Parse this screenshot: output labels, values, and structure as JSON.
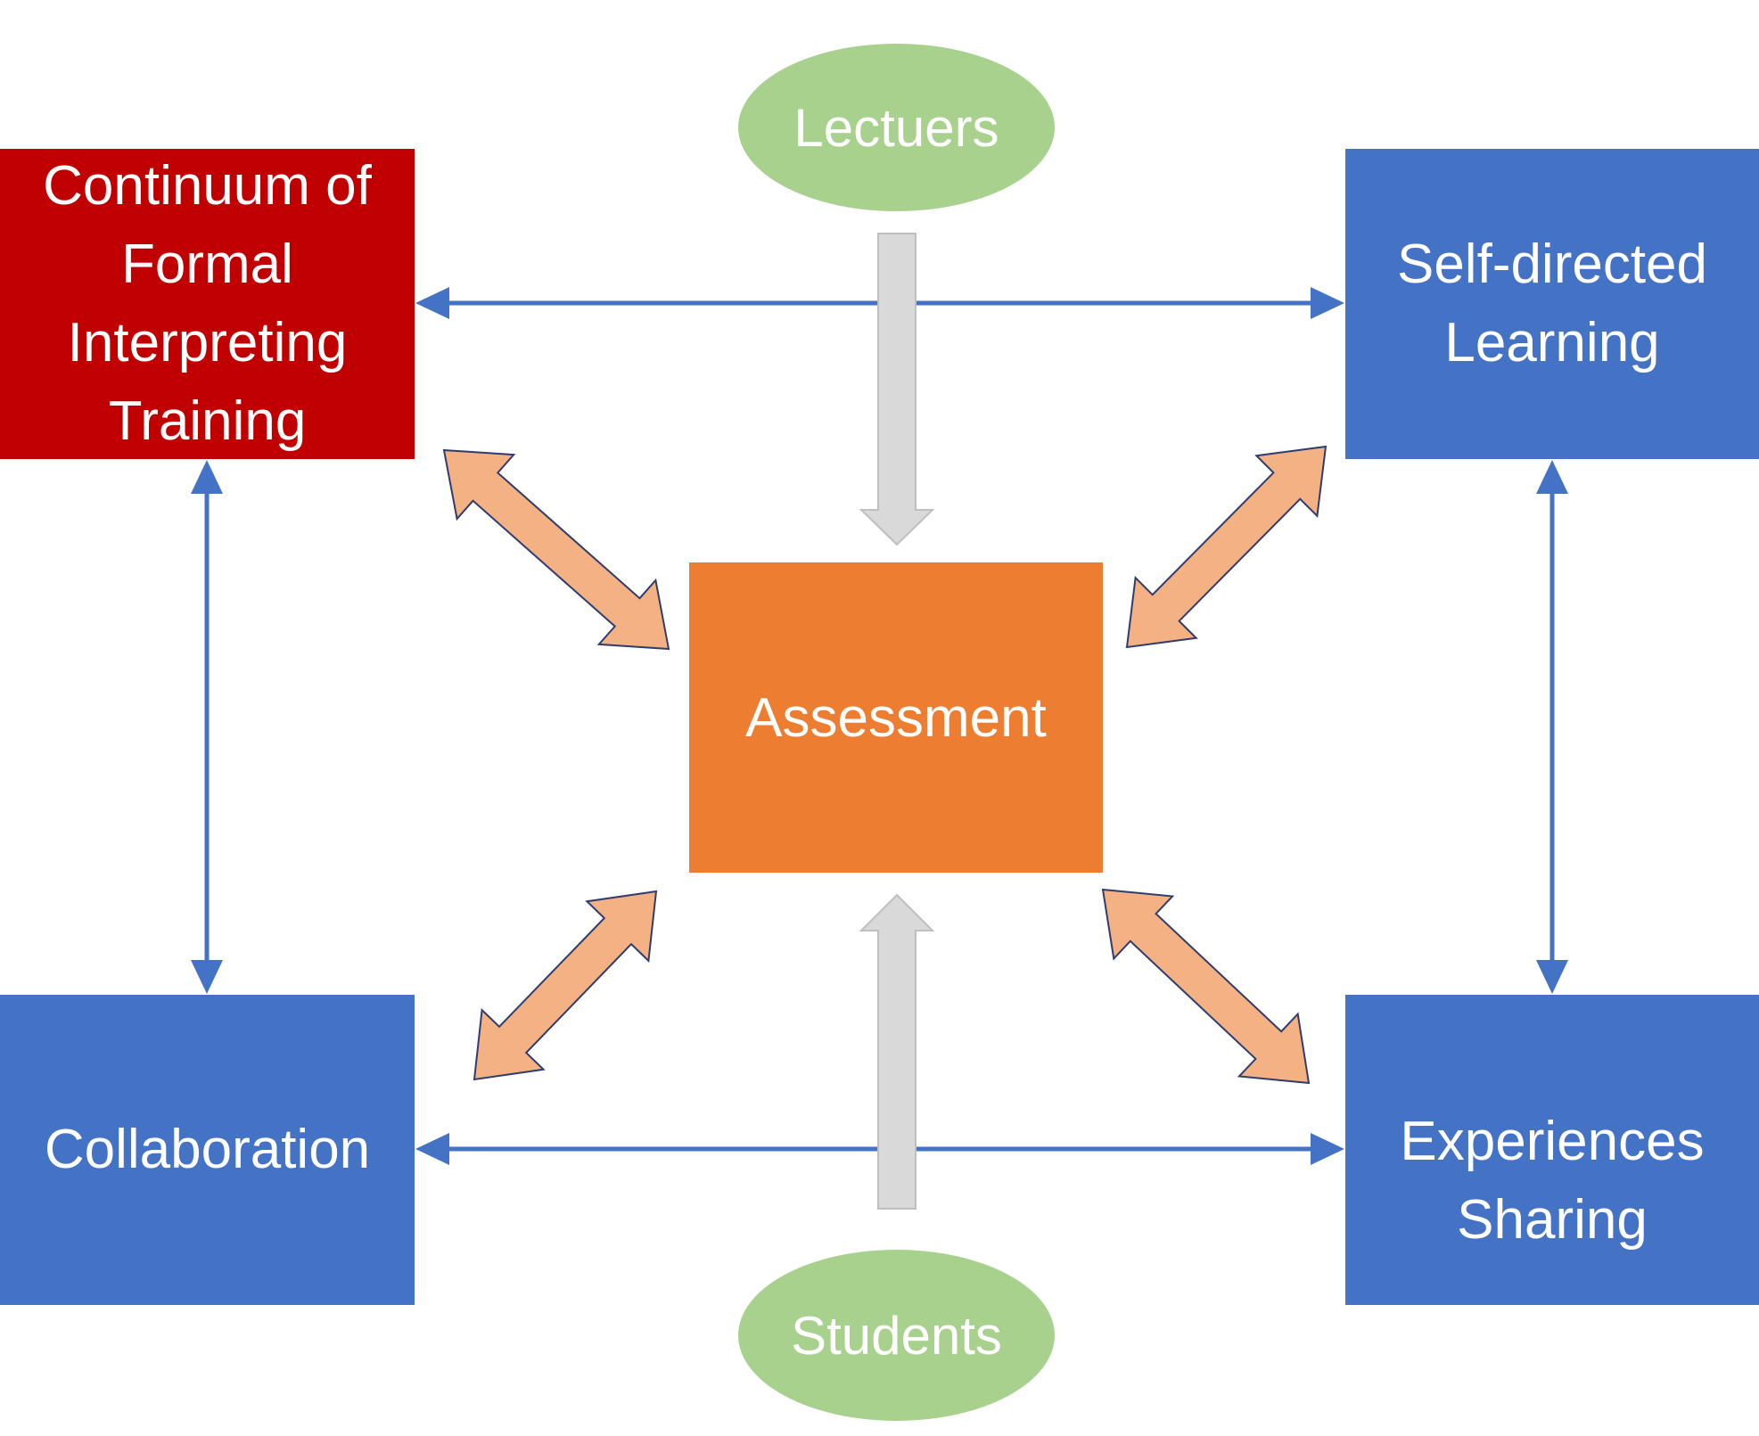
{
  "diagram": {
    "colors": {
      "red_box": "#C00000",
      "blue_box": "#4472C4",
      "orange_box": "#ED7D31",
      "green_oval": "#A9D18E",
      "blue_connector": "#4472C4",
      "peach_arrow_fill": "#F4B183",
      "peach_arrow_stroke": "#2F3C6E",
      "grey_arrow_fill": "#D9D9D9",
      "grey_arrow_stroke": "#BFBFBF",
      "text": "#FFFFFF"
    },
    "nodes": {
      "formal_training": {
        "lines": [
          "Continuum of",
          "Formal",
          "Interpreting",
          "Training"
        ]
      },
      "self_directed": {
        "lines": [
          "Self-directed",
          "Learning"
        ]
      },
      "collaboration": {
        "lines": [
          "Collaboration"
        ]
      },
      "experiences_sharing": {
        "lines": [
          "Experiences",
          "Sharing"
        ]
      },
      "assessment": {
        "label": "Assessment"
      },
      "lecturers": {
        "label": "Lectuers"
      },
      "students": {
        "label": "Students"
      }
    },
    "connections": [
      {
        "from": "formal_training",
        "to": "self_directed",
        "type": "bidirectional"
      },
      {
        "from": "collaboration",
        "to": "experiences_sharing",
        "type": "bidirectional"
      },
      {
        "from": "formal_training",
        "to": "collaboration",
        "type": "bidirectional"
      },
      {
        "from": "self_directed",
        "to": "experiences_sharing",
        "type": "bidirectional"
      },
      {
        "from": "formal_training",
        "to": "assessment",
        "type": "bidirectional"
      },
      {
        "from": "self_directed",
        "to": "assessment",
        "type": "bidirectional"
      },
      {
        "from": "collaboration",
        "to": "assessment",
        "type": "bidirectional"
      },
      {
        "from": "experiences_sharing",
        "to": "assessment",
        "type": "bidirectional"
      },
      {
        "from": "lecturers",
        "to": "assessment",
        "type": "directed"
      },
      {
        "from": "students",
        "to": "assessment",
        "type": "directed"
      }
    ]
  }
}
